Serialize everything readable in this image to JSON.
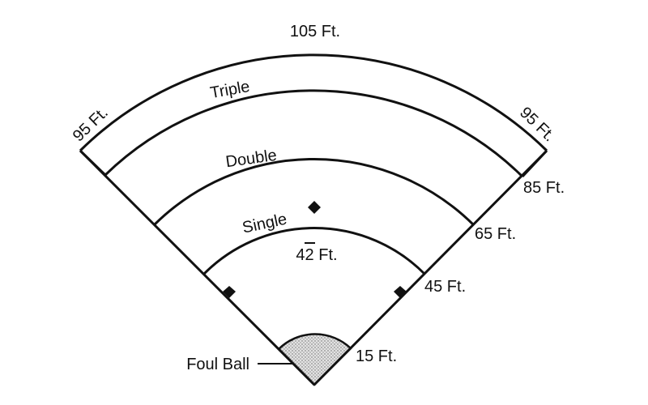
{
  "colors": {
    "line": "#111111",
    "background": "#ffffff",
    "foul_area": "#d8d8d8"
  },
  "distance_labels": {
    "outer_top": "105 Ft.",
    "outer_left": "95 Ft.",
    "outer_right": "95 Ft.",
    "triple_edge": "85 Ft.",
    "double_edge": "65 Ft.",
    "single_edge": "45 Ft.",
    "foul_edge": "15 Ft.",
    "infield_distance": "42 Ft."
  },
  "zone_labels": {
    "triple": "Triple",
    "double": "Double",
    "single": "Single"
  },
  "callouts": {
    "foul_ball": "Foul Ball"
  },
  "icons": [
    "base-marker-icon",
    "base-marker-icon",
    "base-marker-icon"
  ]
}
